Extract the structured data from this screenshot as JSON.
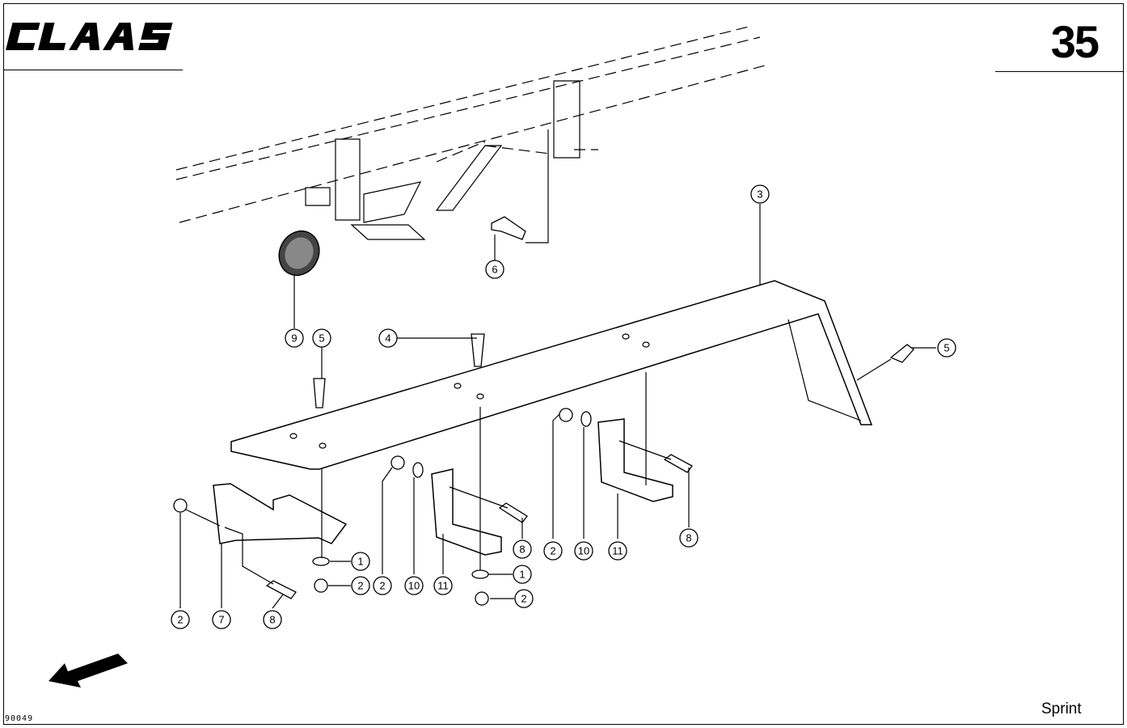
{
  "header": {
    "brand": "CLAAS",
    "page_number": "35"
  },
  "footer": {
    "model": "Sprint",
    "drawing_number": "90049"
  },
  "callouts": [
    {
      "id": "c1a",
      "label": "1"
    },
    {
      "id": "c1b",
      "label": "1"
    },
    {
      "id": "c2a",
      "label": "2"
    },
    {
      "id": "c2b",
      "label": "2"
    },
    {
      "id": "c2c",
      "label": "2"
    },
    {
      "id": "c2d",
      "label": "2"
    },
    {
      "id": "c2e",
      "label": "2"
    },
    {
      "id": "c3",
      "label": "3"
    },
    {
      "id": "c4",
      "label": "4"
    },
    {
      "id": "c5a",
      "label": "5"
    },
    {
      "id": "c5b",
      "label": "5"
    },
    {
      "id": "c6",
      "label": "6"
    },
    {
      "id": "c7",
      "label": "7"
    },
    {
      "id": "c8a",
      "label": "8"
    },
    {
      "id": "c8b",
      "label": "8"
    },
    {
      "id": "c8c",
      "label": "8"
    },
    {
      "id": "c9",
      "label": "9"
    },
    {
      "id": "c10a",
      "label": "10"
    },
    {
      "id": "c10b",
      "label": "10"
    },
    {
      "id": "c11a",
      "label": "11"
    },
    {
      "id": "c11b",
      "label": "11"
    }
  ],
  "direction_icon": "arrow-down-left-icon"
}
